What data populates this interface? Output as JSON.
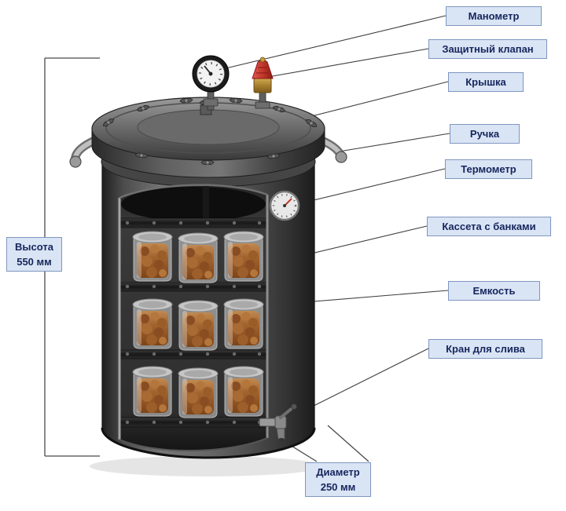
{
  "diagram": {
    "type": "annotated-technical-diagram",
    "subject": "autoclave-cutaway",
    "callouts": {
      "manometer": "Манометр",
      "safety_valve": "Защитный клапан",
      "lid": "Крышка",
      "handle": "Ручка",
      "thermometer": "Термометр",
      "cassette": "Кассета с банками",
      "vessel": "Емкость",
      "drain_valve": "Кран для слива"
    },
    "dimensions": {
      "height_caption": "Высота",
      "height_value": "550 мм",
      "diameter_caption": "Диаметр",
      "diameter_value": "250 мм"
    },
    "colors": {
      "label_bg": "#d9e4f5",
      "label_border": "#8096bf",
      "label_text": "#16265c",
      "callout_line": "#3f3f3f",
      "safety_valve_cap": "#c0392b",
      "brass": "#a87f2e"
    }
  }
}
